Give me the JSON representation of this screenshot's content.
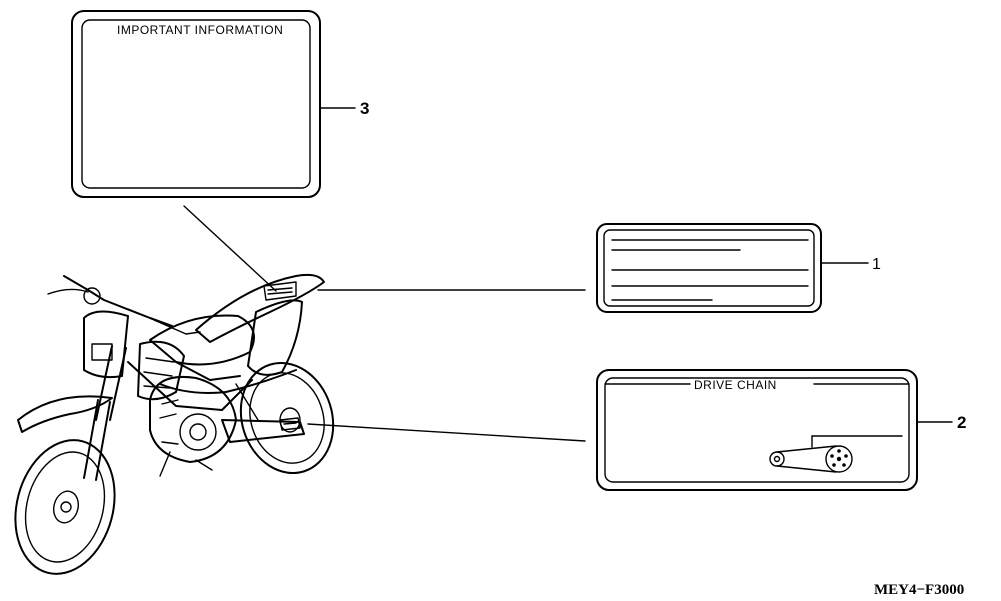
{
  "labels": {
    "important_information": {
      "title": "IMPORTANT INFORMATION",
      "ref": "3"
    },
    "blank_label": {
      "ref": "1"
    },
    "drive_chain": {
      "title": "DRIVE CHAIN",
      "ref": "2"
    }
  },
  "diagram_code": "MEY4−F3000"
}
